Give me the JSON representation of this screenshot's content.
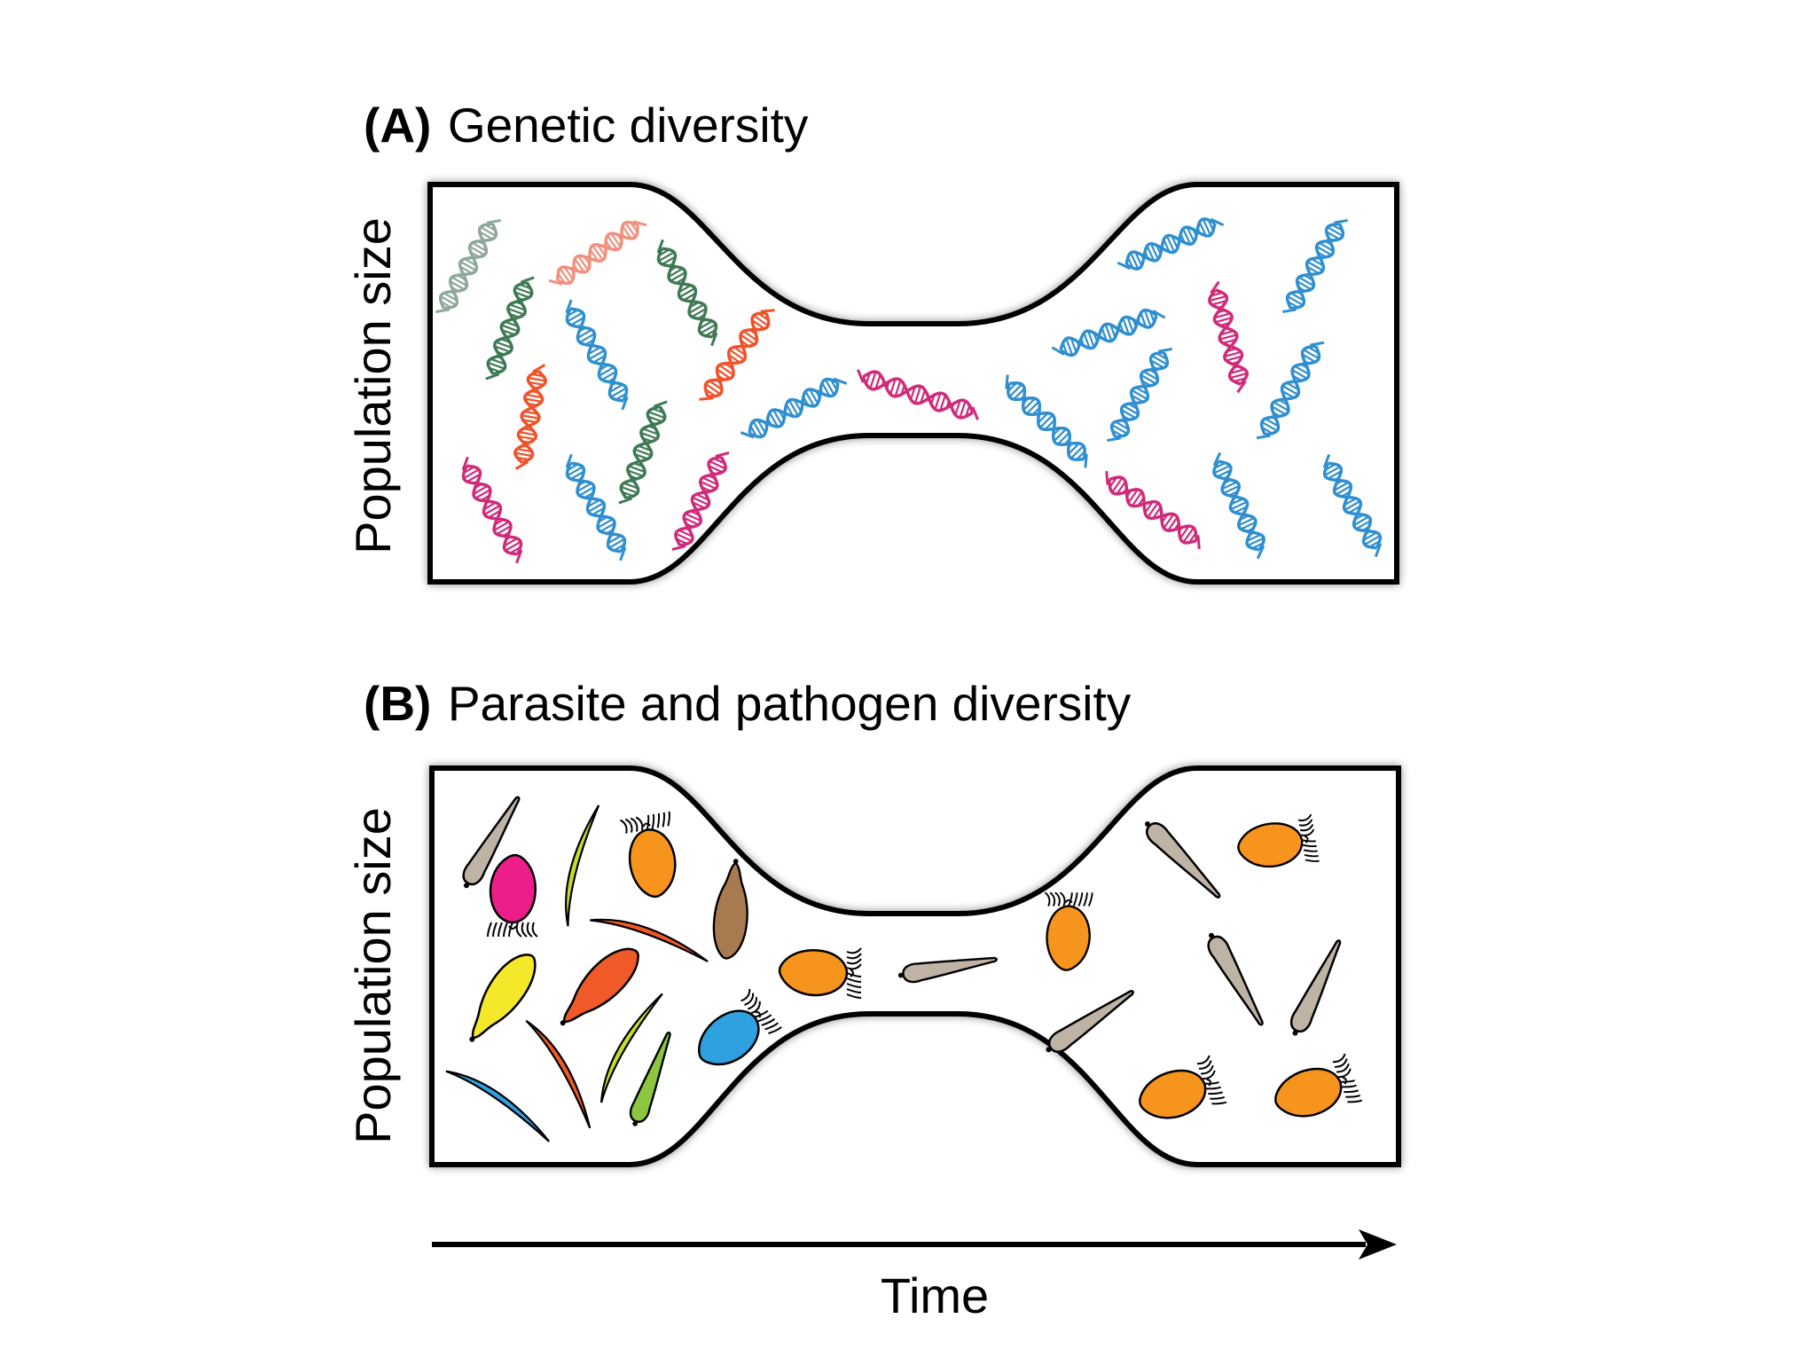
{
  "panel_a": {
    "label": "(A)",
    "title": "Genetic diversity",
    "y_axis_label": "Population size"
  },
  "panel_b": {
    "label": "(B)",
    "title": "Parasite and pathogen diversity",
    "y_axis_label": "Population size"
  },
  "x_axis_label": "Time",
  "colors": {
    "outline": "#000000",
    "dna_blue": "#2f8fd0",
    "dna_magenta": "#d02a7a",
    "dna_dark_green": "#3f7a55",
    "dna_gray_green": "#8fa898",
    "dna_salmon": "#f2907e",
    "dna_red_orange": "#f0522a",
    "parasite_orange": "#f7941d",
    "parasite_taupe": "#bfb3a6",
    "parasite_brown": "#a87a50",
    "parasite_pink": "#ec1e8a",
    "parasite_yellow": "#f5e82a",
    "parasite_lime": "#c8dc2a",
    "parasite_red_orange": "#f05a28",
    "parasite_blue": "#2fa0e0",
    "parasite_green": "#8cc63f"
  }
}
